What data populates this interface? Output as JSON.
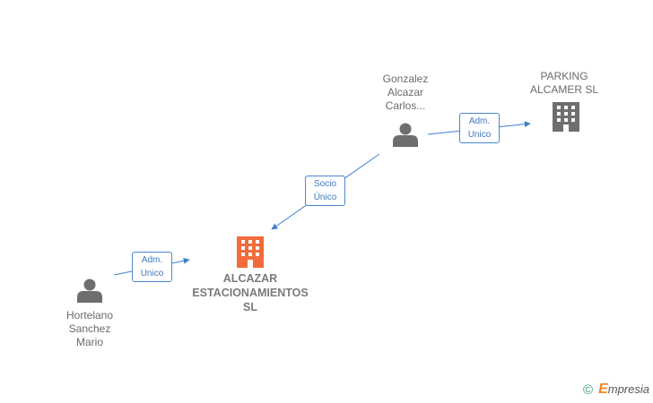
{
  "nodes": {
    "gonzalez": {
      "label": "Gonzalez\nAlcazar\nCarlos...",
      "type": "person"
    },
    "parking": {
      "label": "PARKING\nALCAMER  SL",
      "type": "company"
    },
    "alcazar": {
      "label": "ALCAZAR\nESTACIONAMIENTOS\nSL",
      "type": "company-main"
    },
    "hortelano": {
      "label": "Hortelano\nSanchez\nMario",
      "type": "person"
    }
  },
  "edges": {
    "gonzalez_parking": {
      "label": "Adm.\nUnico"
    },
    "gonzalez_alcazar": {
      "label": "Socio\nÚnico"
    },
    "hortelano_alcazar": {
      "label": "Adm.\nUnico"
    }
  },
  "colors": {
    "person": "#6e6e6e",
    "company": "#6e6e6e",
    "company_main": "#f26b3a",
    "edge": "#3f7fd0"
  },
  "footer": {
    "copyright_symbol": "©",
    "brand_initial": "E",
    "brand_rest": "mpresia"
  }
}
